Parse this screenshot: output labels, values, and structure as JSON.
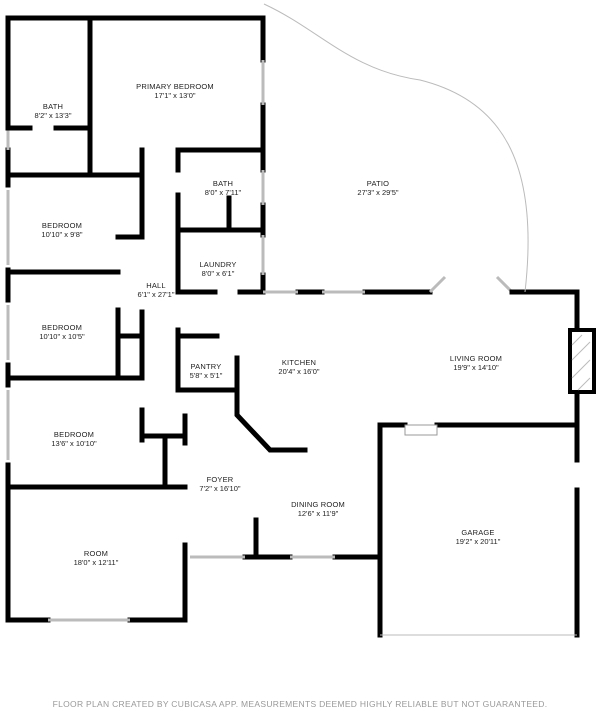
{
  "rooms": {
    "primary_bedroom": {
      "name": "PRIMARY BEDROOM",
      "dims": "17'1\" x 13'0\""
    },
    "bath1": {
      "name": "BATH",
      "dims": "8'2\" x 13'3\""
    },
    "bath2": {
      "name": "BATH",
      "dims": "8'0\" x 7'11\""
    },
    "patio": {
      "name": "PATIO",
      "dims": "27'3\" x 29'5\""
    },
    "bedroom1": {
      "name": "BEDROOM",
      "dims": "10'10\" x 9'8\""
    },
    "laundry": {
      "name": "LAUNDRY",
      "dims": "8'0\" x 6'1\""
    },
    "hall": {
      "name": "HALL",
      "dims": "6'1\" x 27'1\""
    },
    "bedroom2": {
      "name": "BEDROOM",
      "dims": "10'10\" x 10'5\""
    },
    "pantry": {
      "name": "PANTRY",
      "dims": "5'8\" x 5'1\""
    },
    "kitchen": {
      "name": "KITCHEN",
      "dims": "20'4\" x 16'0\""
    },
    "living_room": {
      "name": "LIVING ROOM",
      "dims": "19'9\" x 14'10\""
    },
    "bedroom3": {
      "name": "BEDROOM",
      "dims": "13'6\" x 10'10\""
    },
    "foyer": {
      "name": "FOYER",
      "dims": "7'2\" x 16'10\""
    },
    "dining_room": {
      "name": "DINING ROOM",
      "dims": "12'6\" x 11'9\""
    },
    "garage": {
      "name": "GARAGE",
      "dims": "19'2\" x 20'11\""
    },
    "room": {
      "name": "ROOM",
      "dims": "18'0\" x 12'11\""
    }
  },
  "footer": "FLOOR PLAN CREATED BY CUBICASA APP. MEASUREMENTS DEEMED HIGHLY RELIABLE BUT NOT GUARANTEED."
}
